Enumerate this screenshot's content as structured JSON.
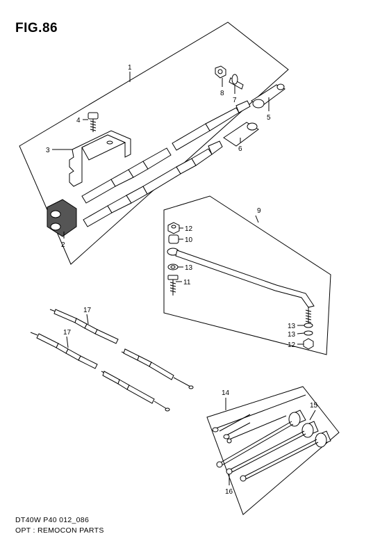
{
  "figure_title": "FIG.86",
  "footer": {
    "code": "DT40W P40 012_086",
    "description": "OPT : REMOCON PARTS"
  },
  "callouts": {
    "c1": "1",
    "c2": "2",
    "c3": "3",
    "c4": "4",
    "c5": "5",
    "c6": "6",
    "c7": "7",
    "c8": "8",
    "c9": "9",
    "c10": "10",
    "c11": "11",
    "c12a": "12",
    "c12b": "12",
    "c13a": "13",
    "c13b": "13",
    "c13c": "13",
    "c14": "14",
    "c15": "15",
    "c16": "16",
    "c17a": "17",
    "c17b": "17"
  }
}
